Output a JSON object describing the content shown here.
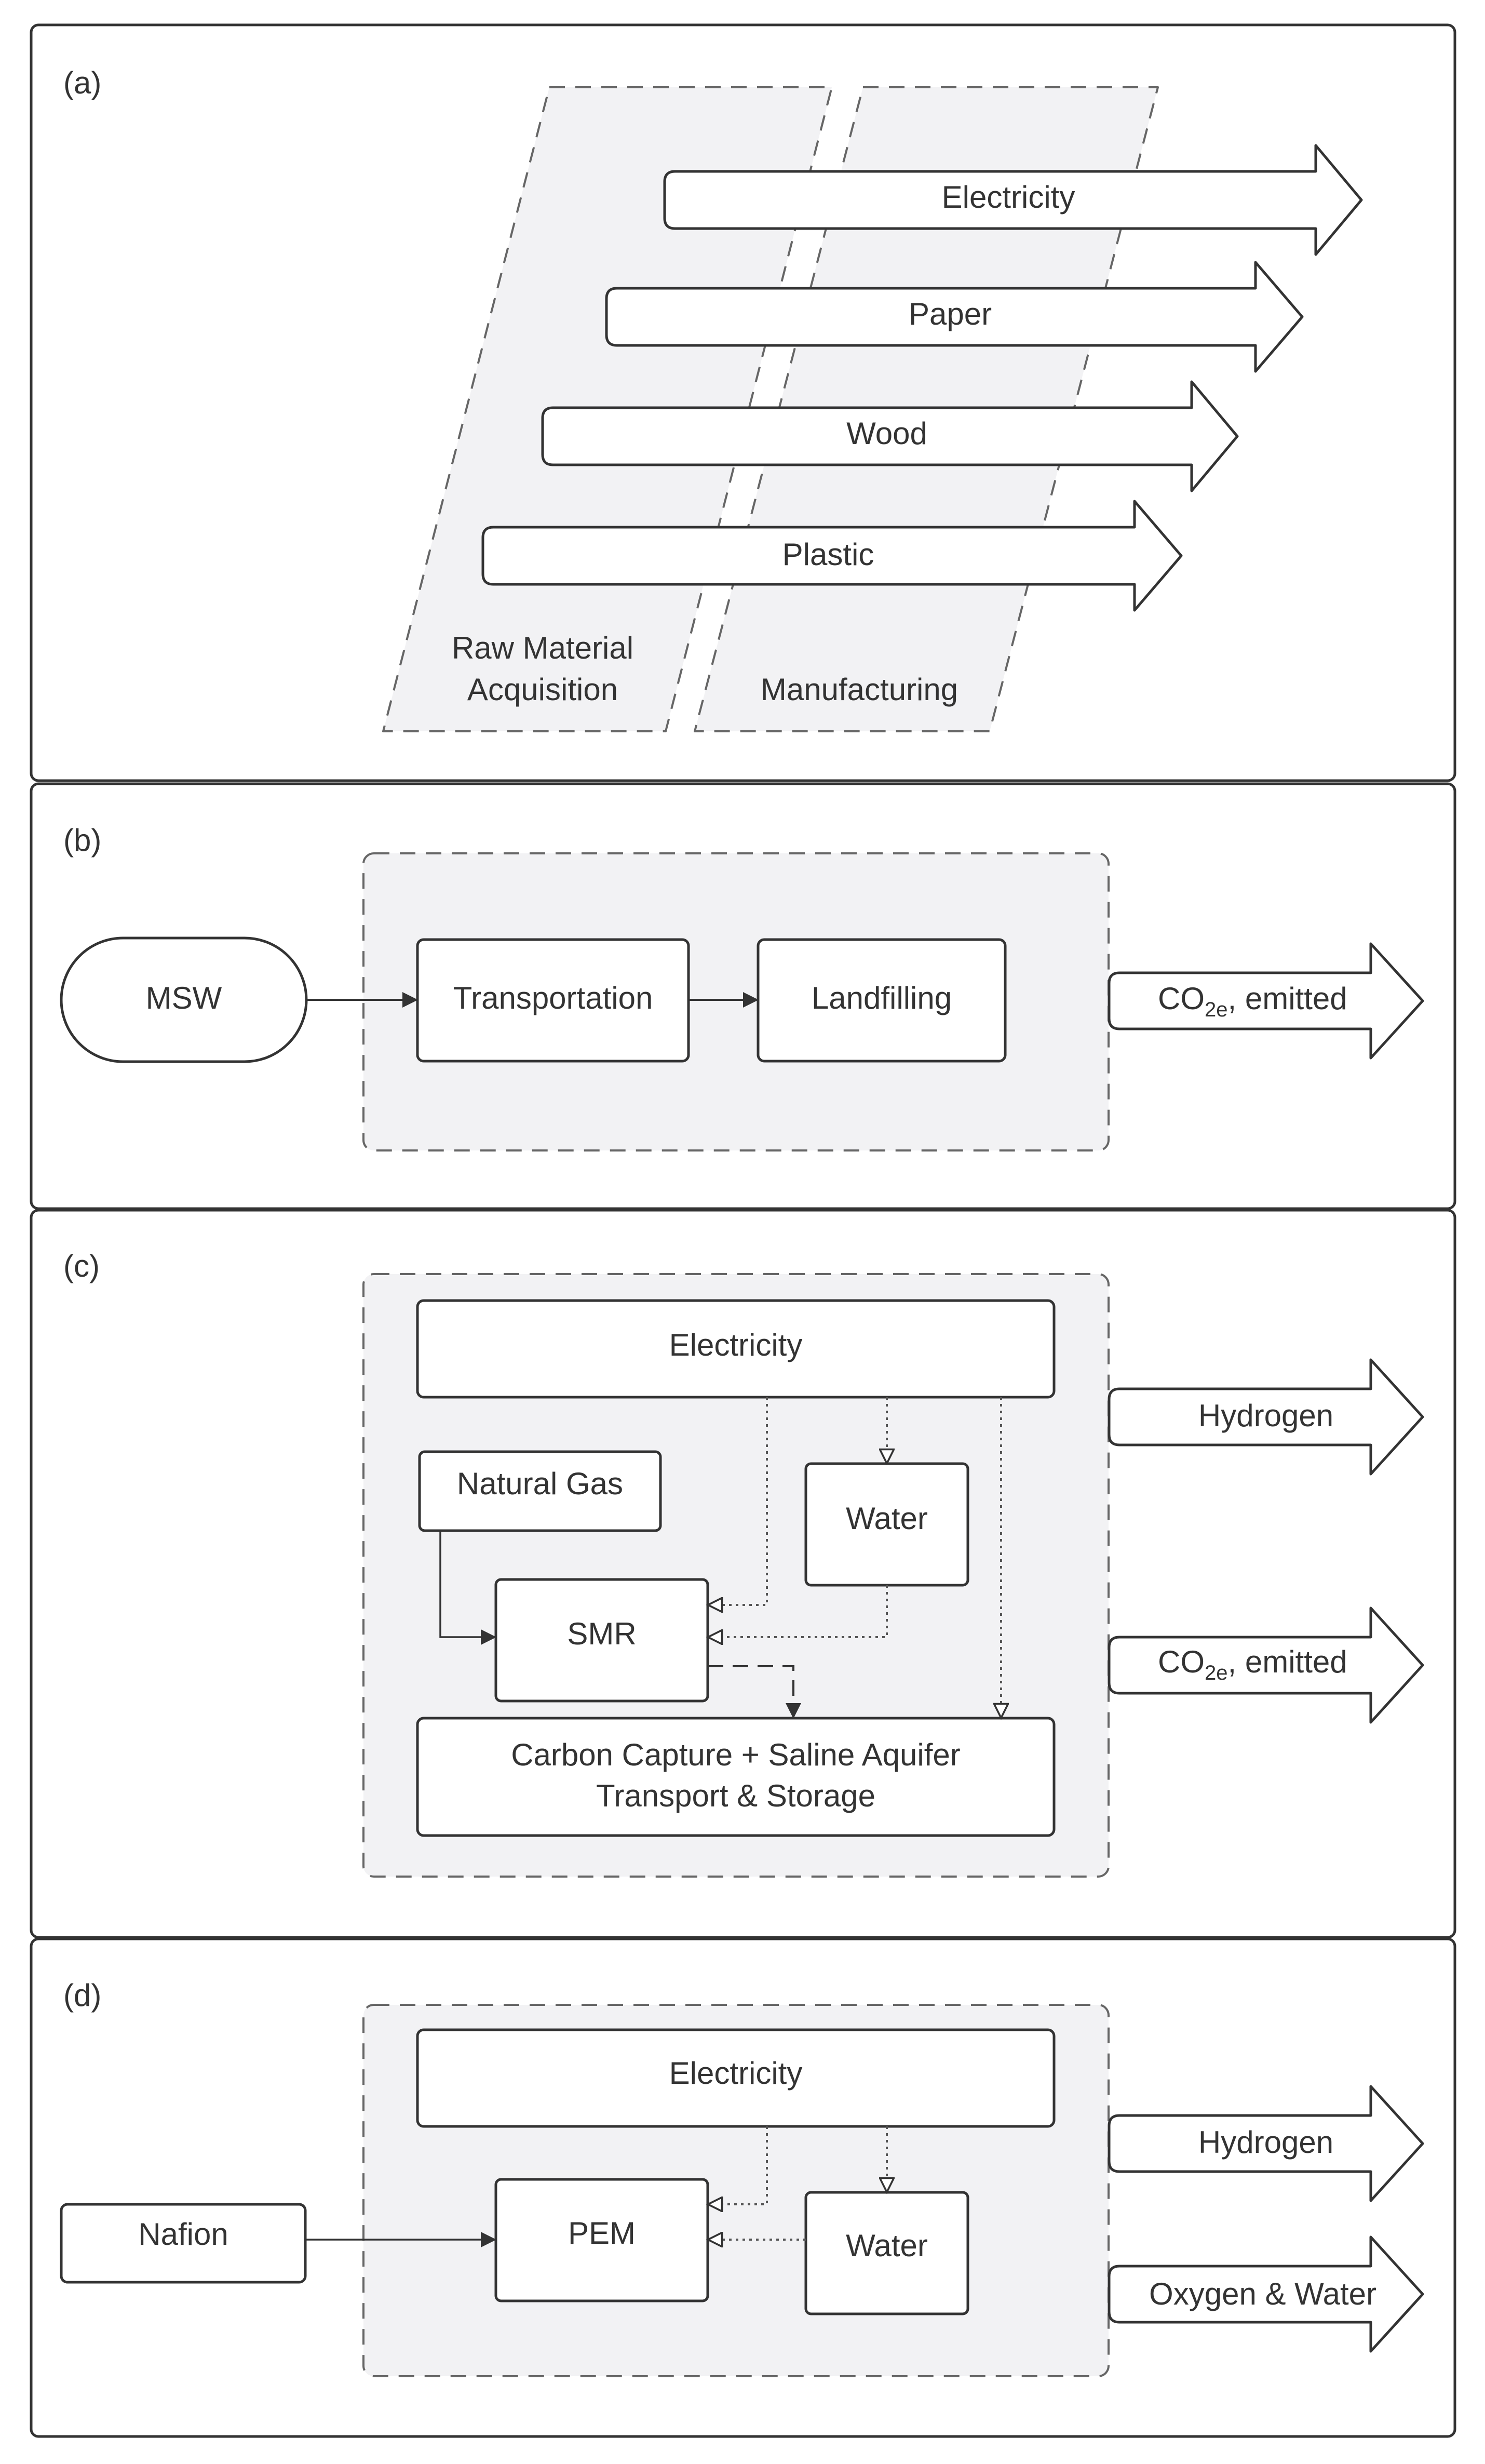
{
  "panels": {
    "a": {
      "label": "(a)",
      "phases": [
        "Raw Material",
        "Acquisition",
        "Manufacturing"
      ],
      "arrows": [
        "Electricity",
        "Paper",
        "Wood",
        "Plastic"
      ]
    },
    "b": {
      "label": "(b)",
      "msw": "MSW",
      "transportation": "Transportation",
      "landfilling": "Landfilling",
      "out_main": "CO",
      "out_sub": "2e",
      "out_tail": ", emitted"
    },
    "c": {
      "label": "(c)",
      "electricity": "Electricity",
      "natural_gas": "Natural Gas",
      "water": "Water",
      "smr": "SMR",
      "ccs_line1": "Carbon Capture + Saline Aquifer",
      "ccs_line2": "Transport & Storage",
      "out_hydrogen": "Hydrogen",
      "out_co2_main": "CO",
      "out_co2_sub": "2e",
      "out_co2_tail": ", emitted"
    },
    "d": {
      "label": "(d)",
      "electricity": "Electricity",
      "nafion": "Nafion",
      "pem": "PEM",
      "water": "Water",
      "out_hydrogen": "Hydrogen",
      "out_oxygen": "Oxygen & Water"
    }
  },
  "colors": {
    "stroke": "#333333",
    "text": "#333333",
    "dashed_fill": "#f2f2f4",
    "box_fill": "#ffffff"
  }
}
